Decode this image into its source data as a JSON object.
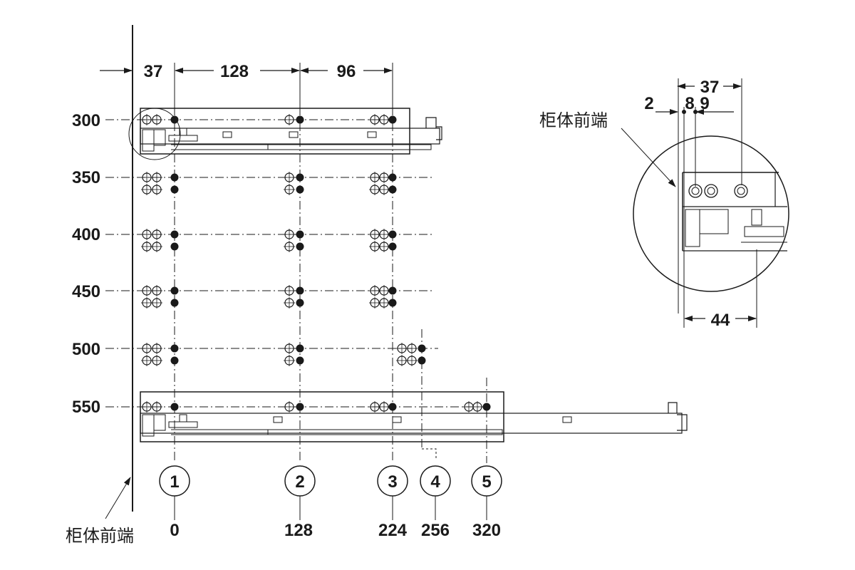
{
  "front_label": "柜体前端",
  "detail_front_label": "柜体前端",
  "top_dims": {
    "d1": "37",
    "d2": "128",
    "d3": "96"
  },
  "rows": [
    {
      "label": "300"
    },
    {
      "label": "350"
    },
    {
      "label": "400"
    },
    {
      "label": "450"
    },
    {
      "label": "500"
    },
    {
      "label": "550"
    }
  ],
  "positions": [
    {
      "id": "1",
      "value": "0"
    },
    {
      "id": "2",
      "value": "128"
    },
    {
      "id": "3",
      "value": "224"
    },
    {
      "id": "4",
      "value": "256"
    },
    {
      "id": "5",
      "value": "320"
    }
  ],
  "detail_dims": {
    "d37": "37",
    "d2": "2",
    "d8": "8",
    "d9": "9",
    "d44": "44"
  }
}
